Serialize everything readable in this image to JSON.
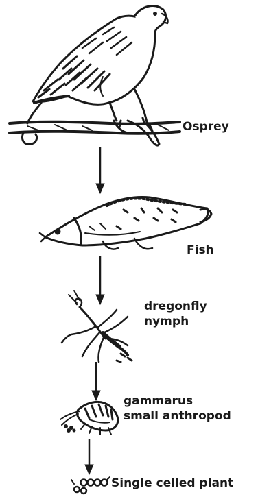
{
  "food_chain": {
    "levels": [
      {
        "id": "osprey",
        "label": [
          "Osprey"
        ]
      },
      {
        "id": "fish",
        "label": [
          "Fish"
        ]
      },
      {
        "id": "dragonfly",
        "label": [
          "dregonfly",
          "nymph"
        ]
      },
      {
        "id": "gammarus",
        "label": [
          "gammarus",
          "small anthropod"
        ]
      },
      {
        "id": "plant",
        "label": [
          "Single celled plant"
        ]
      }
    ],
    "icons": [
      "osprey-icon",
      "fish-icon",
      "dragonfly-nymph-icon",
      "gammarus-icon",
      "single-celled-plant-icon"
    ],
    "ink_color": "#1a1a1a"
  }
}
